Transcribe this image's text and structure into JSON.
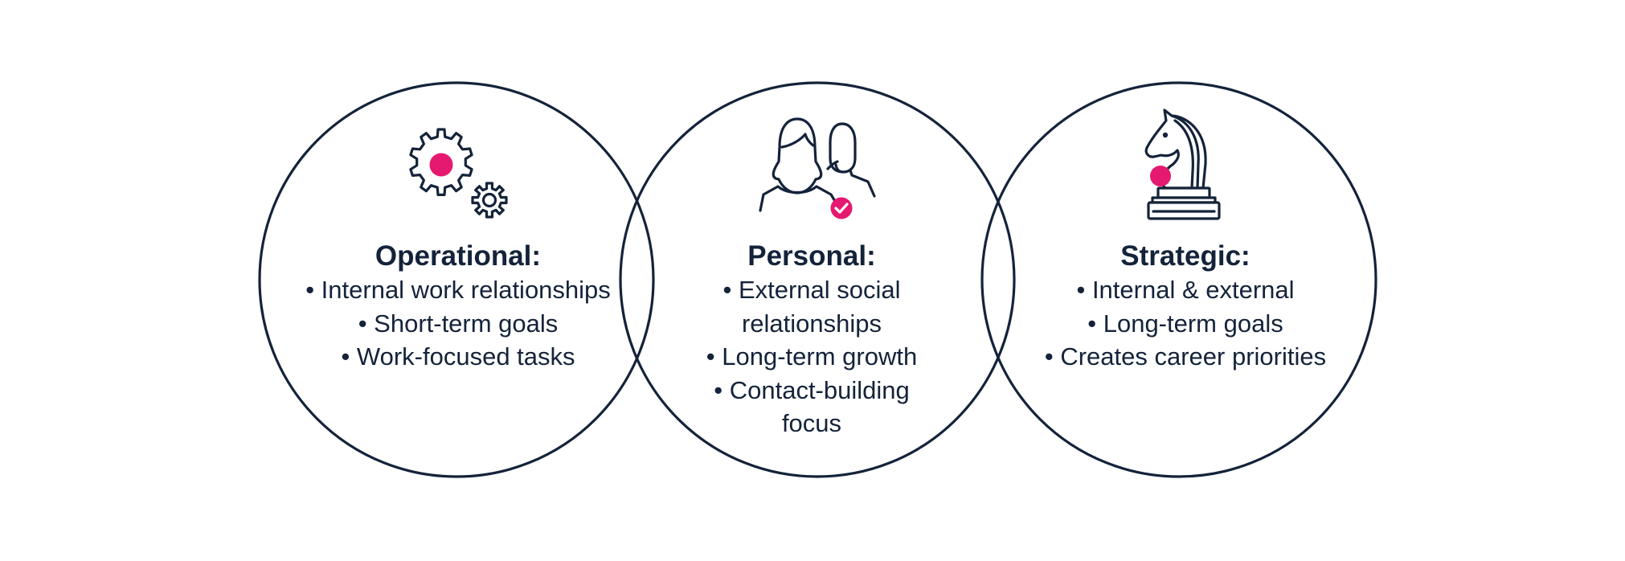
{
  "colors": {
    "ink": "#14233a",
    "accent": "#e5196f"
  },
  "circles": [
    {
      "title": "Operational:",
      "icon": "gears-icon",
      "items": [
        "Internal work relationships",
        "Short-term goals",
        "Work-focused tasks"
      ]
    },
    {
      "title": "Personal:",
      "icon": "people-check-icon",
      "items": [
        "External social relationships",
        "Long-term growth",
        "Contact-building focus"
      ]
    },
    {
      "title": "Strategic:",
      "icon": "chess-knight-icon",
      "items": [
        "Internal & external",
        "Long-term goals",
        "Creates career priorities"
      ]
    }
  ]
}
